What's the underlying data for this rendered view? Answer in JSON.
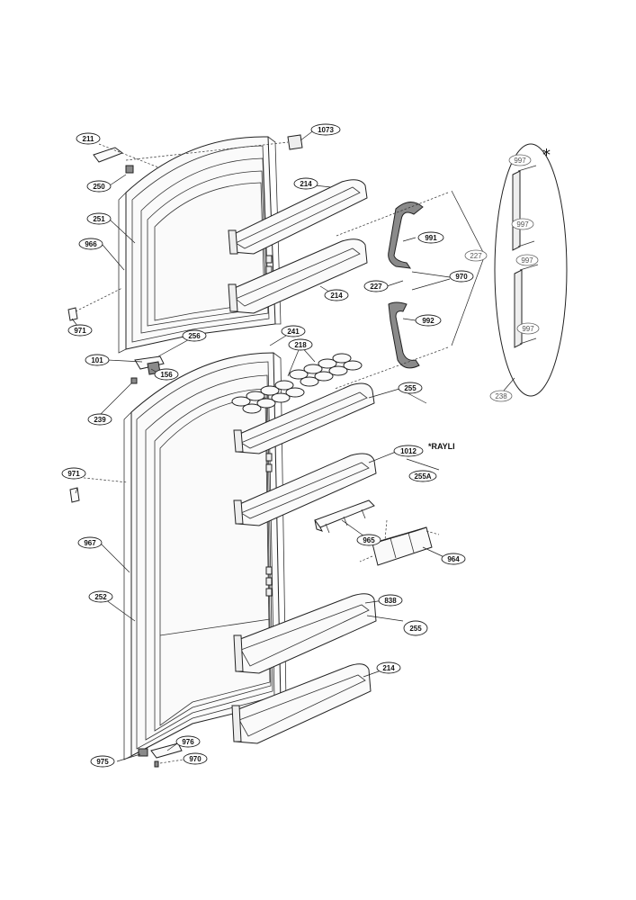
{
  "labels": {
    "p211": "211",
    "p250": "250",
    "p1073": "1073",
    "p214a": "214",
    "p251": "251",
    "p966": "966",
    "p991": "991",
    "p227a": "227",
    "p970a": "970",
    "p227b": "227",
    "p971a": "971",
    "p214b": "214",
    "p992": "992",
    "p241": "241",
    "p256": "256",
    "p218": "218",
    "p101": "101",
    "p156": "156",
    "p255a": "255",
    "p239": "239",
    "p1012": "1012",
    "p255A": "255A",
    "p971b": "971",
    "p965": "965",
    "p964": "964",
    "p967": "967",
    "p838": "838",
    "p252": "252",
    "p255b": "255",
    "p214c": "214",
    "p976": "976",
    "p975": "975",
    "p970b": "970",
    "p997a": "997",
    "p997b": "997",
    "p997c": "997",
    "p997d": "997",
    "p238": "238"
  },
  "notes": {
    "rayli": "*RAYLI",
    "asterisk": "*"
  }
}
